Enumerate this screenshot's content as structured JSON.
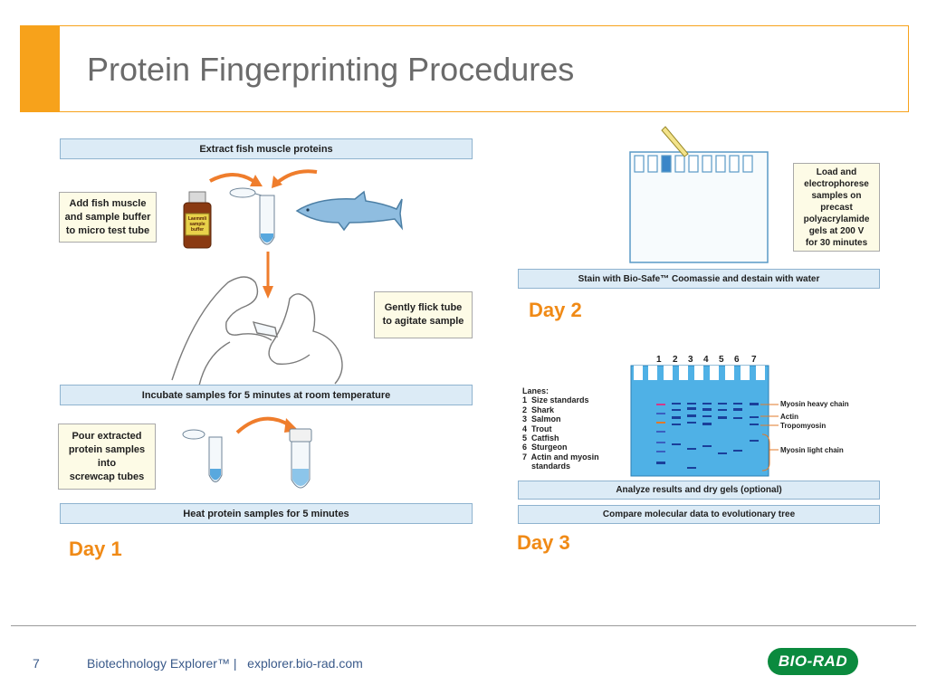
{
  "slide": {
    "title": "Protein Fingerprinting Procedures",
    "page_number": "7",
    "footer": "Biotechnology Explorer™ |   explorer.bio-rad.com",
    "logo": "BIO-RAD",
    "accent_color": "#f7a21b"
  },
  "day1": {
    "label": "Day 1",
    "steps": [
      "Extract fish muscle proteins",
      "Incubate samples for 5 minutes at room temperature",
      "Heat protein samples for 5 minutes"
    ],
    "notes": [
      "Add fish muscle\nand sample buffer\nto micro test tube",
      "Gently flick tube\nto agitate sample",
      "Pour extracted\nprotein samples\ninto\nscrewcap tubes"
    ],
    "bottle_label": "Laemmli sample buffer"
  },
  "day2": {
    "label": "Day 2",
    "note": "Load and\nelectrophorese\nsamples on\nprecast\npolyacrylamide\ngels at 200 V\nfor 30 minutes",
    "step": "Stain with Bio-Safe™ Coomassie and destain with water"
  },
  "day3": {
    "label": "Day 3",
    "lane_numbers": [
      "1",
      "2",
      "3",
      "4",
      "5",
      "6",
      "7"
    ],
    "lanes_legend": [
      "Lanes:",
      "1  Size standards",
      "2  Shark",
      "3  Salmon",
      "4  Trout",
      "5  Catfish",
      "6  Sturgeon",
      "7  Actin and myosin",
      "    standards"
    ],
    "band_labels": [
      "Myosin heavy chain",
      "Actin",
      "Tropomyosin",
      "Myosin light chain"
    ],
    "steps": [
      "Analyze results and dry gels (optional)",
      "Compare molecular data to evolutionary tree"
    ]
  }
}
